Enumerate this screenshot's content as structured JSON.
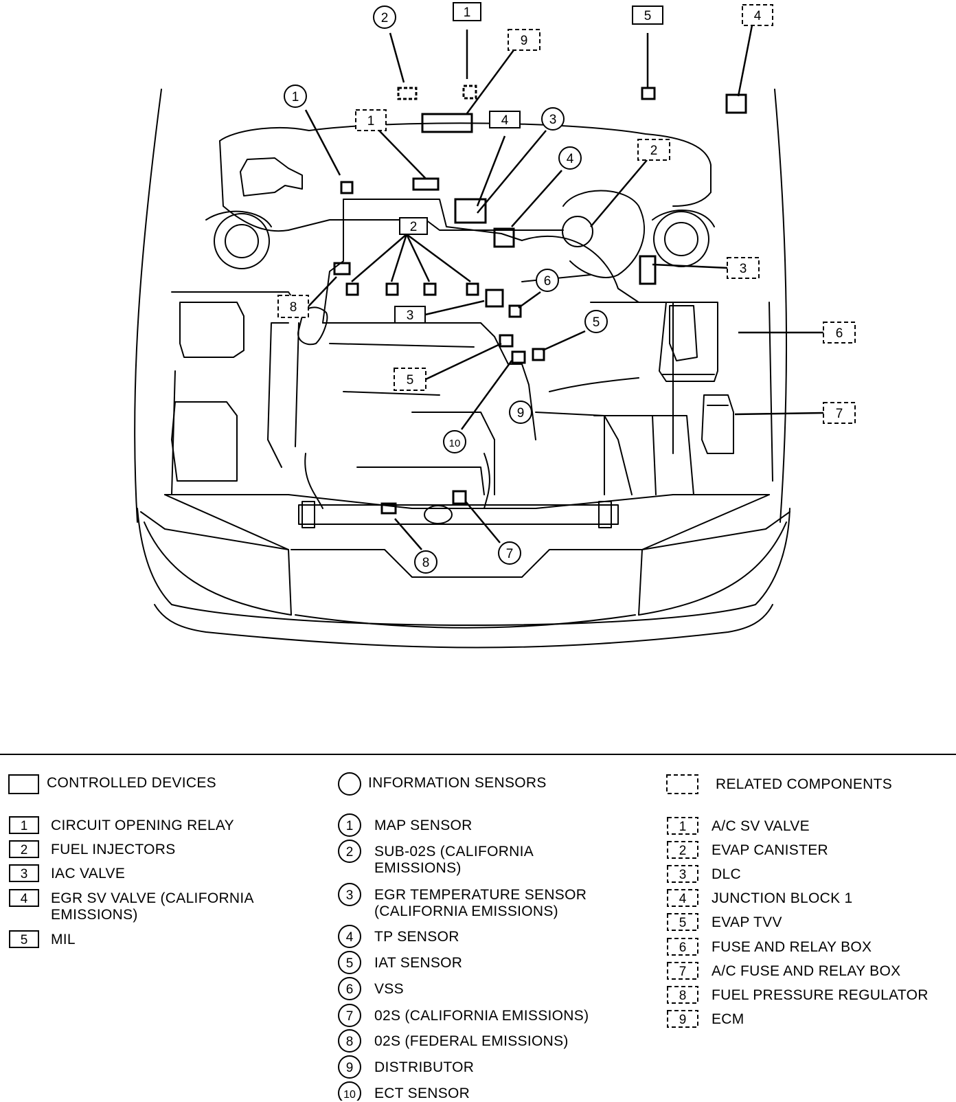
{
  "legend": {
    "controlled": {
      "header": "CONTROLLED DEVICES",
      "items": [
        {
          "num": "1",
          "label": "CIRCUIT OPENING RELAY"
        },
        {
          "num": "2",
          "label": "FUEL INJECTORS"
        },
        {
          "num": "3",
          "label": "IAC VALVE"
        },
        {
          "num": "4",
          "label": "EGR SV VALVE (CALIFORNIA\nEMISSIONS)"
        },
        {
          "num": "5",
          "label": "MIL"
        }
      ]
    },
    "sensors": {
      "header": "INFORMATION SENSORS",
      "items": [
        {
          "num": "1",
          "label": "MAP SENSOR"
        },
        {
          "num": "2",
          "label": "SUB-02S (CALIFORNIA\nEMISSIONS)"
        },
        {
          "num": "3",
          "label": "EGR TEMPERATURE SENSOR\n(CALIFORNIA EMISSIONS)"
        },
        {
          "num": "4",
          "label": "TP SENSOR"
        },
        {
          "num": "5",
          "label": "IAT SENSOR"
        },
        {
          "num": "6",
          "label": "VSS"
        },
        {
          "num": "7",
          "label": "02S (CALIFORNIA EMISSIONS)"
        },
        {
          "num": "8",
          "label": "02S (FEDERAL EMISSIONS)"
        },
        {
          "num": "9",
          "label": "DISTRIBUTOR"
        },
        {
          "num": "10",
          "label": "ECT SENSOR"
        }
      ]
    },
    "related": {
      "header": "RELATED COMPONENTS",
      "items": [
        {
          "num": "1",
          "label": "A/C SV VALVE"
        },
        {
          "num": "2",
          "label": "EVAP CANISTER"
        },
        {
          "num": "3",
          "label": "DLC"
        },
        {
          "num": "4",
          "label": "JUNCTION BLOCK 1"
        },
        {
          "num": "5",
          "label": "EVAP TVV"
        },
        {
          "num": "6",
          "label": "FUSE AND RELAY BOX"
        },
        {
          "num": "7",
          "label": "A/C FUSE AND RELAY BOX"
        },
        {
          "num": "8",
          "label": "FUEL PRESSURE REGULATOR"
        },
        {
          "num": "9",
          "label": "ECM"
        }
      ]
    }
  },
  "callouts": [
    {
      "kind": "sensor",
      "num": "1"
    },
    {
      "kind": "sensor",
      "num": "2"
    },
    {
      "kind": "sensor",
      "num": "3"
    },
    {
      "kind": "sensor",
      "num": "4"
    },
    {
      "kind": "sensor",
      "num": "5"
    },
    {
      "kind": "sensor",
      "num": "6"
    },
    {
      "kind": "sensor",
      "num": "7"
    },
    {
      "kind": "sensor",
      "num": "8"
    },
    {
      "kind": "sensor",
      "num": "9"
    },
    {
      "kind": "sensor",
      "num": "10"
    },
    {
      "kind": "controlled",
      "num": "1"
    },
    {
      "kind": "controlled",
      "num": "2"
    },
    {
      "kind": "controlled",
      "num": "3"
    },
    {
      "kind": "controlled",
      "num": "4"
    },
    {
      "kind": "controlled",
      "num": "5"
    },
    {
      "kind": "related",
      "num": "1"
    },
    {
      "kind": "related",
      "num": "2"
    },
    {
      "kind": "related",
      "num": "3"
    },
    {
      "kind": "related",
      "num": "4"
    },
    {
      "kind": "related",
      "num": "5"
    },
    {
      "kind": "related",
      "num": "6"
    },
    {
      "kind": "related",
      "num": "7"
    },
    {
      "kind": "related",
      "num": "8"
    },
    {
      "kind": "related",
      "num": "9"
    }
  ]
}
